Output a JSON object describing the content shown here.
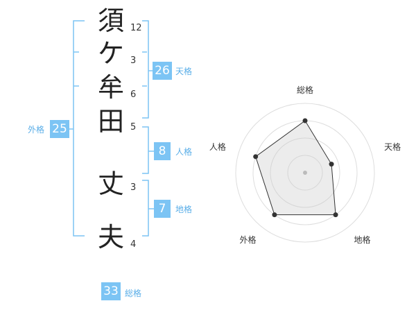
{
  "name": {
    "characters": [
      {
        "char": "須",
        "strokes": "12"
      },
      {
        "char": "ケ",
        "strokes": "3"
      },
      {
        "char": "牟",
        "strokes": "6"
      },
      {
        "char": "田",
        "strokes": "5"
      },
      {
        "char": "丈",
        "strokes": "3"
      },
      {
        "char": "夫",
        "strokes": "4"
      }
    ]
  },
  "fortunes": {
    "tenkaku": {
      "value": "26",
      "label": "天格"
    },
    "jinkaku": {
      "value": "8",
      "label": "人格"
    },
    "chikaku": {
      "value": "7",
      "label": "地格"
    },
    "gaikaku": {
      "value": "25",
      "label": "外格"
    },
    "soukaku": {
      "value": "33",
      "label": "総格"
    }
  },
  "radar": {
    "axes": [
      "総格",
      "天格",
      "地格",
      "外格",
      "人格"
    ],
    "values": [
      0.75,
      0.4,
      0.75,
      0.75,
      0.75
    ]
  },
  "colors": {
    "accent": "#7cc4f4",
    "bracket": "#7cc4f4",
    "label": "#5aaee8"
  }
}
